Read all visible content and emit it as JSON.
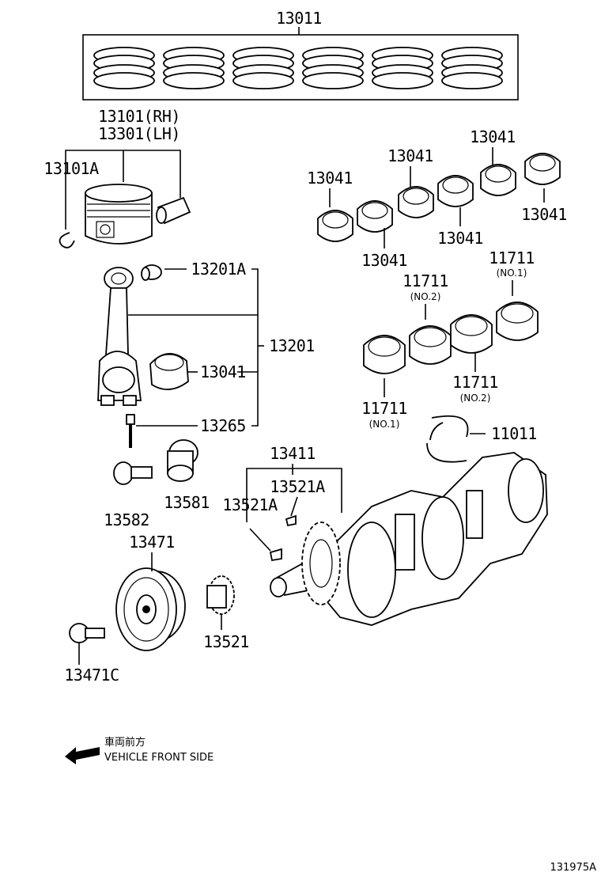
{
  "labels": {
    "piston_ring_set": "13011",
    "piston_rh": "13101(RH)",
    "piston_lh": "13301(LH)",
    "snap_ring": "13101A",
    "conrod_bushing": "13201A",
    "conrod_assy": "13201",
    "conrod_bearing": "13041",
    "conrod_bolt": "13265",
    "crank_bearing_1": "13041",
    "crank_bearing_2": "13041",
    "crank_bearing_3": "13041",
    "crank_bearing_4": "13041",
    "crank_bearing_5": "13041",
    "crank_bearing_6": "13041",
    "main_bearing_no1_top": "11711",
    "main_bearing_no1_top_sub": "(NO.1)",
    "main_bearing_no2_top": "11711",
    "main_bearing_no2_top_sub": "(NO.2)",
    "main_bearing_no2_bottom": "11711",
    "main_bearing_no2_bottom_sub": "(NO.2)",
    "main_bearing_no1_bottom": "11711",
    "main_bearing_no1_bottom_sub": "(NO.1)",
    "thrust_washer": "11011",
    "crankshaft_assy": "13411",
    "key_upper": "13521A",
    "key_lower": "13521A",
    "pulley_bolt": "13582",
    "oil_seal_spacer": "13581",
    "crank_pulley": "13471",
    "pulley_bolt_c": "13471C",
    "timing_gear": "13521"
  },
  "legend": {
    "japanese": "車両前方",
    "english": "VEHICLE FRONT SIDE"
  },
  "figure_id": "131975A"
}
